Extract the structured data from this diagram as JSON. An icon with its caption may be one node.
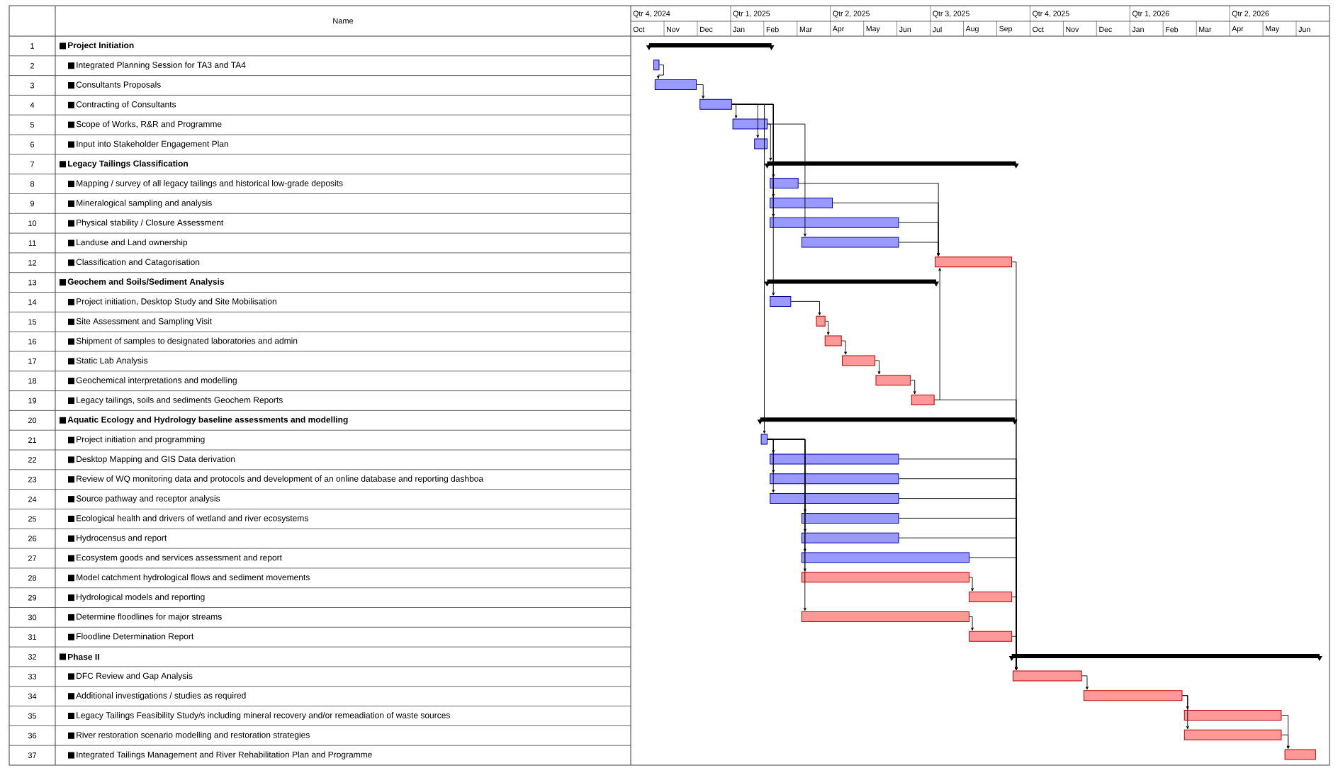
{
  "diagram": {
    "nodes": [
      {
        "text": [],
        "shape": "bar"
      },
      {
        "text": [],
        "shape": "bar"
      },
      {
        "text": [],
        "shape": "bar"
      },
      {
        "text": [],
        "shape": "bar"
      },
      {
        "text": [],
        "shape": "bar"
      },
      {
        "text": [],
        "shape": "bar"
      },
      {
        "text": [],
        "shape": "bar"
      },
      {
        "text": [],
        "shape": "bar"
      },
      {
        "text": [],
        "shape": "bar"
      },
      {
        "text": [],
        "shape": "bar"
      },
      {
        "text": [],
        "shape": "bar"
      },
      {
        "text": [],
        "shape": "bar"
      },
      {
        "text": [],
        "shape": "bar"
      },
      {
        "text": [],
        "shape": "bar"
      },
      {
        "text": [],
        "shape": "bar"
      },
      {
        "text": [],
        "shape": "bar"
      },
      {
        "text": [],
        "shape": "bar"
      },
      {
        "text": [],
        "shape": "bar"
      },
      {
        "text": [],
        "shape": "bar"
      },
      {
        "text": [],
        "shape": "bar"
      },
      {
        "text": [],
        "shape": "bar"
      },
      {
        "text": [],
        "shape": "bar"
      },
      {
        "text": [],
        "shape": "bar"
      },
      {
        "text": [],
        "shape": "bar"
      },
      {
        "text": [],
        "shape": "bar"
      },
      {
        "text": [],
        "shape": "bar"
      },
      {
        "text": [],
        "shape": "bar"
      },
      {
        "text": [],
        "shape": "bar"
      },
      {
        "text": [],
        "shape": "bar"
      },
      {
        "text": [],
        "shape": "bar"
      },
      {
        "text": [],
        "shape": "bar"
      },
      {
        "text": [],
        "shape": "bar"
      },
      {
        "text": [],
        "shape": "bar"
      },
      {
        "text": [],
        "shape": "bar"
      },
      {
        "text": [],
        "shape": "bar"
      },
      {
        "text": [],
        "shape": "bar"
      },
      {
        "text": [],
        "shape": "bar"
      }
    ],
    "edges": [
      {
        "from": 1,
        "to": 2,
        "arrow": "to"
      },
      {
        "from": 2,
        "to": 3,
        "arrow": "to"
      },
      {
        "from": 3,
        "to": 4,
        "arrow": "to"
      },
      {
        "from": 3,
        "to": 5,
        "arrow": "to"
      },
      {
        "from": 4,
        "to": 6,
        "arrow": "to"
      },
      {
        "from": 3,
        "to": 7,
        "arrow": "to"
      },
      {
        "from": 3,
        "to": 8,
        "arrow": "to"
      },
      {
        "from": 3,
        "to": 9,
        "arrow": "to"
      },
      {
        "from": 4,
        "to": 10,
        "arrow": "to"
      },
      {
        "from": 7,
        "to": 11,
        "arrow": "to"
      },
      {
        "from": 8,
        "to": 11,
        "arrow": "to"
      },
      {
        "from": 9,
        "to": 11,
        "arrow": "to"
      },
      {
        "from": 10,
        "to": 11,
        "arrow": "to"
      },
      {
        "from": 3,
        "to": 13,
        "arrow": "to"
      },
      {
        "from": 13,
        "to": 14,
        "arrow": "to"
      },
      {
        "from": 14,
        "to": 15,
        "arrow": "to"
      },
      {
        "from": 15,
        "to": 16,
        "arrow": "to"
      },
      {
        "from": 16,
        "to": 17,
        "arrow": "to"
      },
      {
        "from": 17,
        "to": 18,
        "arrow": "to"
      },
      {
        "from": 18,
        "to": 11,
        "arrow": "to"
      },
      {
        "from": 3,
        "to": 20,
        "arrow": "to"
      },
      {
        "from": 20,
        "to": 21,
        "arrow": "to"
      },
      {
        "from": 20,
        "to": 22,
        "arrow": "to"
      },
      {
        "from": 20,
        "to": 23,
        "arrow": "to"
      },
      {
        "from": 20,
        "to": 24,
        "arrow": "to"
      },
      {
        "from": 20,
        "to": 25,
        "arrow": "to"
      },
      {
        "from": 20,
        "to": 26,
        "arrow": "to"
      },
      {
        "from": 20,
        "to": 27,
        "arrow": "to"
      },
      {
        "from": 20,
        "to": 29,
        "arrow": "to"
      },
      {
        "from": 27,
        "to": 28,
        "arrow": "to"
      },
      {
        "from": 29,
        "to": 30,
        "arrow": "to"
      },
      {
        "from": 11,
        "to": 32,
        "arrow": "to"
      },
      {
        "from": 18,
        "to": 32,
        "arrow": "to"
      },
      {
        "from": 21,
        "to": 32,
        "arrow": "to"
      },
      {
        "from": 22,
        "to": 32,
        "arrow": "to"
      },
      {
        "from": 23,
        "to": 32,
        "arrow": "to"
      },
      {
        "from": 24,
        "to": 32,
        "arrow": "to"
      },
      {
        "from": 25,
        "to": 32,
        "arrow": "to"
      },
      {
        "from": 26,
        "to": 32,
        "arrow": "to"
      },
      {
        "from": 28,
        "to": 32,
        "arrow": "to"
      },
      {
        "from": 30,
        "to": 32,
        "arrow": "to"
      },
      {
        "from": 32,
        "to": 33,
        "arrow": "to"
      },
      {
        "from": 33,
        "to": 34,
        "arrow": "to"
      },
      {
        "from": 33,
        "to": 35,
        "arrow": "to"
      },
      {
        "from": 34,
        "to": 36,
        "arrow": "to"
      },
      {
        "from": 35,
        "to": 36,
        "arrow": "to"
      }
    ],
    "labels": [
      "Name",
      "Qtr 4, 2024",
      "Qtr 1, 2025",
      "Qtr 2, 2025",
      "Qtr 3, 2025",
      "Qtr 4, 2025",
      "Qtr 1, 2026",
      "Qtr 2, 2026",
      "Oct",
      "Nov",
      "Dec",
      "Jan",
      "Feb",
      "Mar",
      "Apr",
      "May",
      "Jun",
      "Jul",
      "Aug",
      "Sep",
      "Oct",
      "Nov",
      "Dec",
      "Jan",
      "Feb",
      "Mar",
      "Apr",
      "May",
      "Jun",
      "1",
      "Project Initiation",
      "2",
      "Integrated Planning Session for TA3 and TA4",
      "3",
      "Consultants Proposals",
      "4",
      "Contracting of Consultants",
      "5",
      "Scope of Works, R&R and Programme",
      "6",
      "Input into Stakeholder Engagement Plan",
      "7",
      "Legacy Tailings Classification",
      "8",
      "Mapping / survey of all legacy tailings and historical low-grade deposits",
      "9",
      "Mineralogical sampling and analysis",
      "10",
      "Physical stability / Closure Assessment",
      "11",
      "Landuse and Land ownership",
      "12",
      "Classification and Catagorisation",
      "13",
      "Geochem and Soils/Sediment Analysis",
      "14",
      "Project initiation, Desktop Study and Site Mobilisation",
      "15",
      "Site Assessment and Sampling Visit",
      "16",
      "Shipment of samples to designated laboratories and admin",
      "17",
      "Static Lab Analysis",
      "18",
      "Geochemical interpretations and modelling",
      "19",
      "Legacy tailings, soils and sediments Geochem Reports",
      "20",
      "Aquatic Ecology and Hydrology baseline assessments and modelling",
      "21",
      "Project initiation and programming",
      "22",
      "Desktop Mapping and GIS Data derivation",
      "23",
      "Review of WQ monitoring data and protocols and development of an online database and reporting dashboa",
      "24",
      "Source pathway and receptor analysis",
      "25",
      "Ecological health and drivers of wetland and river ecosystems",
      "26",
      "Hydrocensus and report",
      "27",
      "Ecosystem goods and services assessment and report",
      "28",
      "Model catchment hydrological flows and sediment movements",
      "29",
      "Hydrological models and reporting",
      "30",
      "Determine floodlines for major streams",
      "31",
      "Floodline Determination Report",
      "32",
      "Phase II",
      "33",
      "DFC Review and Gap Analysis",
      "34",
      "Additional investigations / studies as required",
      "35",
      "Legacy Tailings Feasibility Study/s including mineral recovery and/or remeadiation of waste sources",
      "36",
      "River restoration scenario modelling and restoration strategies",
      "37",
      "Integrated Tailings Management and River Rehabilitation Plan and Programme"
    ]
  }
}
